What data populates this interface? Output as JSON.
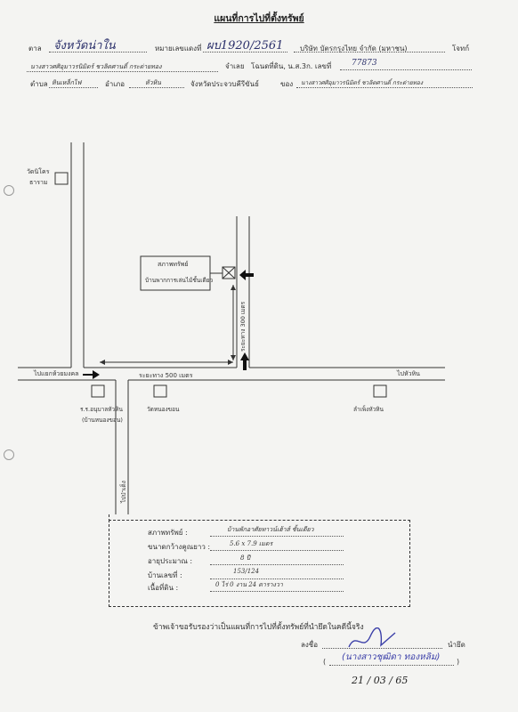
{
  "header": {
    "title": "แผนที่การไปที่ตั้งทรัพย์",
    "prefix_label": "ตาล",
    "province_hand": "จังหวัดน่าใน",
    "doc_no_label": "หมายเลขแดงที่",
    "doc_no": "ผบ1920/2561",
    "company": "บริษัท บัตรกรุงไทย จำกัด (มหาชน)",
    "plaintiff_label": "โจทก์",
    "defendant_name": "นางสาวศศิอุมาวรนิมิตร์ ชวลิตศานดิ์ กระต่ายทอง",
    "defendant_label": "จำเลย",
    "title_deed_label": "โฉนดที่ดิน, น.ส.3ก. เลขที่",
    "title_deed_no": "77873",
    "tambon_label": "ตำบล",
    "tambon": "หินเหล็กไฟ",
    "amphoe_label": "อำเภอ",
    "amphoe": "หัวหิน",
    "province_label": "จังหวัดประจวบคีรีขันธ์",
    "owner_label": "ของ",
    "owner_name": "นางสาวศศิอุมาวรนิมิตร์ ชวลิตศานดิ์ กระต่ายทอง"
  },
  "map": {
    "temple_label_1": "วัดนิโคร",
    "temple_label_2": "ธาราม",
    "asset_box_line1": "สภาพทรัพย์",
    "asset_box_line2": "บ้านพากการเล่นไม้ชั้นเดียว",
    "distance_vertical": "ระยะทาง 300 เมตร",
    "distance_horizontal": "ระยะทาง 500 เมตร",
    "road_left_label": "ไปแยกห้วยมงคล",
    "road_right_label": "ไปหัวหิน",
    "school_label_1": "ร.ร.อนุบาลหัวหิน",
    "school_label_2": "(บ้านหนองขอน)",
    "temple_label_3": "วัดหนองขอน",
    "factory_label": "ลำเพ็งหัวหิน",
    "road_vertical_label": "ไปป่าเด็ง"
  },
  "details": {
    "condition_label": "สภาพทรัพย์ :",
    "condition_value": "บ้านพักอาศัยทาวน์เฮ้าส์ ชั้นเดียว",
    "size_label": "ขนาดกว้างคูณยาว :",
    "size_value": "5.6 x 7.9 เมตร",
    "age_label": "อายุประมาณ :",
    "age_value": "8 ปี",
    "house_no_label": "บ้านเลขที่ :",
    "house_no_value": "153/124",
    "land_area_label": "เนื้อที่ดิน :",
    "land_area_value": "0 ไร่ 0 งาน 24 ตารางวา"
  },
  "footer": {
    "certification": "ข้าพเจ้าขอรับรองว่าเป็นแผนที่การไปที่ตั้งทรัพย์ที่นำยึดในคดีนี้จริง",
    "sign_label": "ลงชื่อ",
    "seizer_label": "นำยึด",
    "signer_name": "(นางสาวชุฒิดา ทองหลิม)",
    "date": "21 / 03 / 65"
  },
  "colors": {
    "ink_blue": "#3b3fa8",
    "line": "#333333"
  }
}
